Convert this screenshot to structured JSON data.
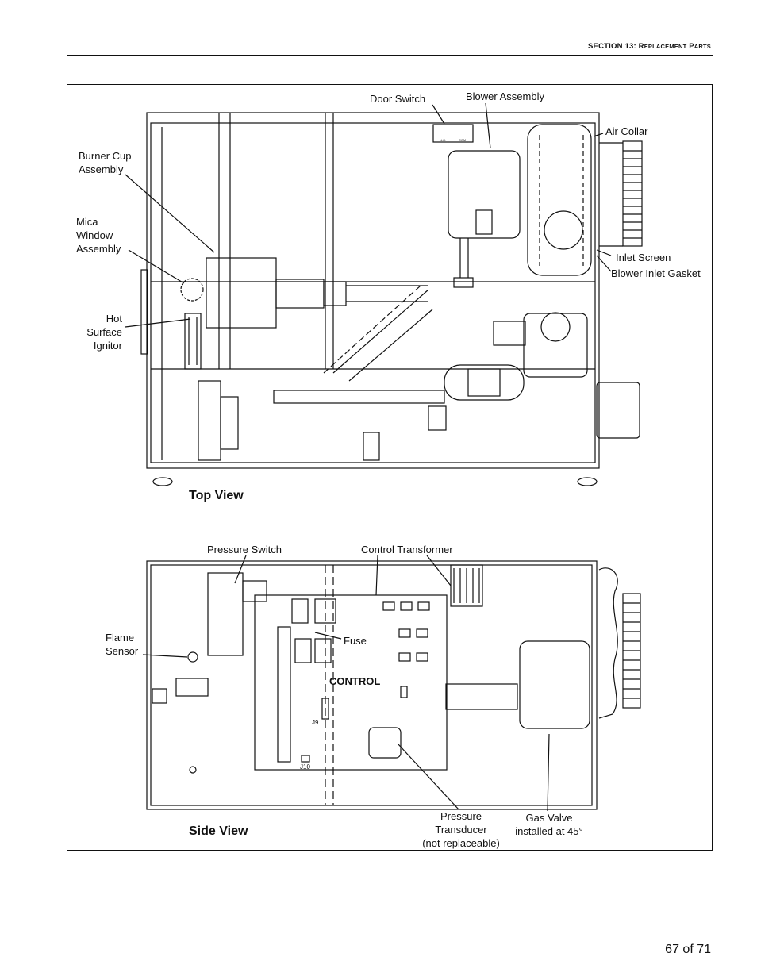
{
  "header": {
    "section_prefix": "SECTION 13: R",
    "section_mid": "EPLACEMENT",
    "section_p": " P",
    "section_end": "ARTS"
  },
  "top_view": {
    "title": "Top View",
    "labels": {
      "door_switch": "Door Switch",
      "blower_assembly": "Blower Assembly",
      "air_collar": "Air Collar",
      "burner_cup": "Burner Cup\nAssembly",
      "mica_window": "Mica\nWindow\nAssembly",
      "hot_surface": "Hot\nSurface\nIgnitor",
      "inlet_screen": "Inlet Screen",
      "blower_gasket": "Blower Inlet Gasket",
      "switch_no": "N.O.",
      "switch_com": "COM"
    }
  },
  "side_view": {
    "title": "Side View",
    "labels": {
      "pressure_switch": "Pressure Switch",
      "control_transformer": "Control  Transformer",
      "flame_sensor": "Flame\nSensor",
      "fuse": "Fuse",
      "control": "CONTROL",
      "j9": "J9",
      "j10": "J10",
      "pressure_transducer": "Pressure\nTransducer\n(not replaceable)",
      "gas_valve": "Gas Valve\ninstalled at 45°"
    }
  },
  "footer": {
    "page": "67 of 71"
  }
}
